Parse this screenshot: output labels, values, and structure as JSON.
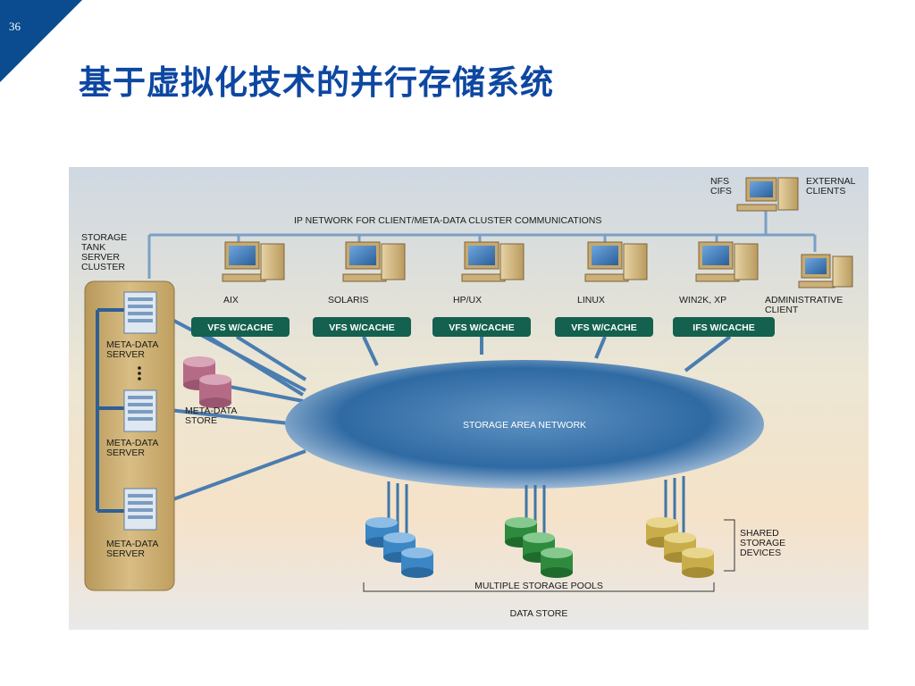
{
  "slide": {
    "number": "36",
    "title": "基于虚拟化技术的并行存储系统"
  },
  "diagram": {
    "ip_network_label": "IP NETWORK FOR CLIENT/META-DATA CLUSTER COMMUNICATIONS",
    "cluster_label": [
      "STORAGE",
      "TANK",
      "SERVER",
      "CLUSTER"
    ],
    "external": {
      "protocols": [
        "NFS",
        "CIFS"
      ],
      "label": [
        "EXTERNAL",
        "CLIENTS"
      ]
    },
    "clients": [
      {
        "name": "AIX",
        "vfs": "VFS W/CACHE"
      },
      {
        "name": "SOLARIS",
        "vfs": "VFS W/CACHE"
      },
      {
        "name": "HP/UX",
        "vfs": "VFS W/CACHE"
      },
      {
        "name": "LINUX",
        "vfs": "VFS W/CACHE"
      },
      {
        "name": "WIN2K, XP",
        "vfs": "IFS W/CACHE"
      }
    ],
    "admin_client": [
      "ADMINISTRATIVE",
      "CLIENT"
    ],
    "meta_servers": [
      [
        "META-DATA",
        "SERVER"
      ],
      [
        "META-DATA",
        "SERVER"
      ],
      [
        "META-DATA",
        "SERVER"
      ]
    ],
    "meta_store": [
      "META-DATA",
      "STORE"
    ],
    "san_label": "STORAGE AREA NETWORK",
    "shared_devices": [
      "SHARED",
      "STORAGE",
      "DEVICES"
    ],
    "pools_label": "MULTIPLE STORAGE POOLS",
    "data_store_label": "DATA STORE",
    "colors": {
      "title": "#0d47a1",
      "corner": "#0a4c8f",
      "vfs_box": "#14614f",
      "line": "#3f76a8",
      "pool_blue": "#3b86c4",
      "pool_green": "#2e8b3e",
      "pool_gold": "#c9ad4a"
    }
  }
}
